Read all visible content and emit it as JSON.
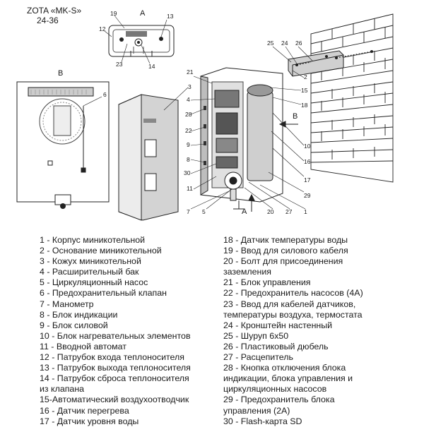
{
  "header": {
    "model_name": "ZOTA «MK-S»",
    "model_range": "24-36"
  },
  "views": {
    "a": "A",
    "b": "B"
  },
  "callouts": {
    "n1": "1",
    "n2": "2",
    "n3": "3",
    "n4": "4",
    "n5": "5",
    "n6": "6",
    "n7": "7",
    "n8": "8",
    "n9": "9",
    "n10": "10",
    "n11": "11",
    "n12": "12",
    "n13": "13",
    "n14": "14",
    "n15": "15",
    "n16": "16",
    "n17": "17",
    "n18": "18",
    "n19": "19",
    "n20": "20",
    "n21": "21",
    "n22": "22",
    "n23": "23",
    "n24": "24",
    "n25": "25",
    "n26": "26",
    "n27": "27",
    "n28": "28",
    "n29": "29",
    "n30": "30"
  },
  "legend_left": [
    "1 - Корпус миникотельной",
    "2 - Основание миникотельной",
    "3 - Кожух миникотельной",
    "4 - Расширительный бак",
    "5 - Циркуляционный насос",
    "6 - Предохранительный клапан",
    "7 - Манометр",
    "8 - Блок индикации",
    "9 - Блок силовой",
    "10 - Блок нагревательных элементов",
    "11 - Вводной автомат",
    "12 - Патрубок входа теплоносителя",
    "13 - Патрубок выхода теплоносителя",
    "14 - Патрубок сброса теплоносителя",
    "из клапана",
    "15-Автоматический воздухоотводчик",
    "16 - Датчик перегрева",
    "17 - Датчик уровня воды"
  ],
  "legend_right": [
    "18 - Датчик температуры воды",
    "19 - Ввод для силового кабеля",
    "20 - Болт для присоединения",
    "заземления",
    "21 - Блок управления",
    "22 - Предохранитель насосов (4А)",
    "23 - Ввод для кабелей датчиков,",
    "температуры воздуха, термостата",
    "24 - Кронштейн настенный",
    "25 - Шуруп 6х50",
    "26 - Пластиковый дюбель",
    "27 - Расцепитель",
    "28 - Кнопка отключения блока",
    "индикации, блока управления и",
    "циркуляционных насосов",
    "29 - Предохранитель блока",
    "управления (2А)",
    "30 - Flash-карта SD"
  ]
}
